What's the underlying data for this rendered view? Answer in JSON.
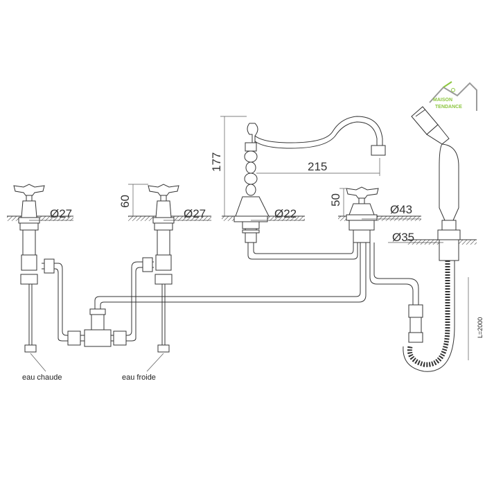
{
  "logo": {
    "line1": "MAISON",
    "line2": "TENDANCE",
    "colors": {
      "green": "#8cc63f",
      "gray": "#9a9a9a"
    }
  },
  "dimensions": {
    "left_diameter": "Ø27",
    "mid_diameter": "Ø27",
    "mid_height": "60",
    "spout_height": "177",
    "spout_length": "215",
    "spout_diameter": "Ø22",
    "diverter_height": "50",
    "diverter_diameter": "Ø43",
    "shower_diameter": "Ø35",
    "hose_length": "L=2000"
  },
  "labels": {
    "hot_water": "eau chaude",
    "cold_water": "eau froide"
  }
}
